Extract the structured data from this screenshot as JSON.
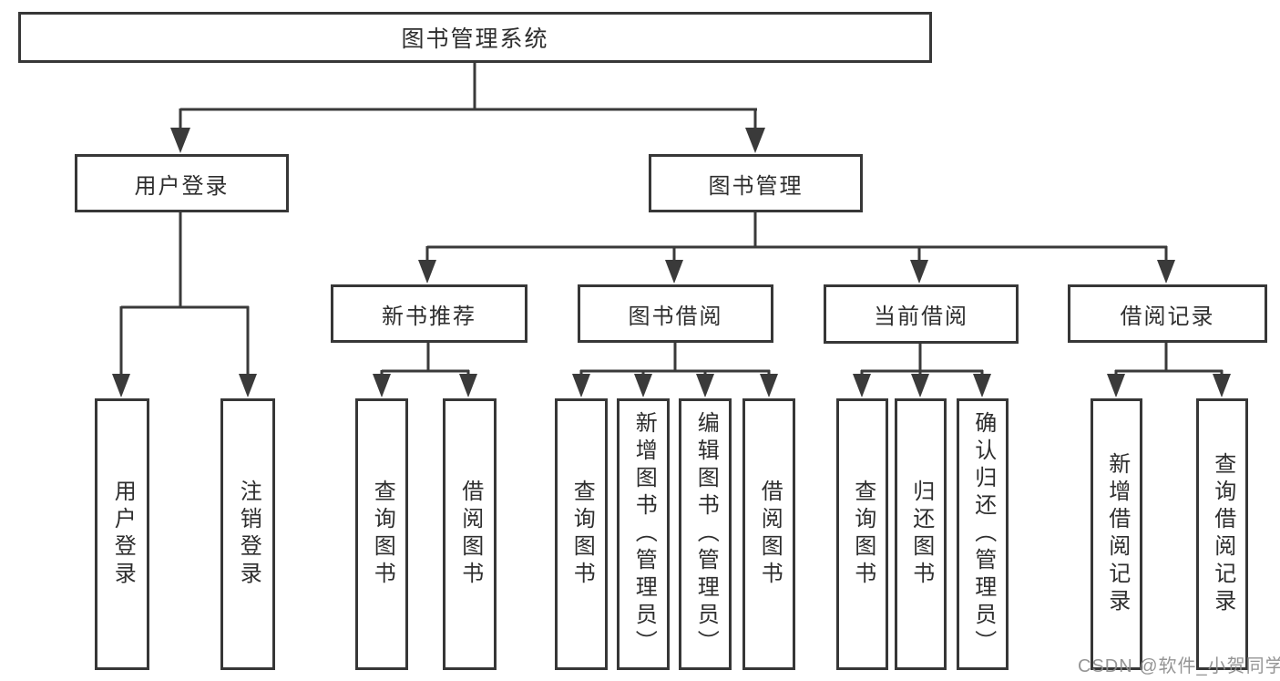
{
  "tree": {
    "root": {
      "label": "图书管理系统",
      "children": [
        {
          "label": "用户登录",
          "children": [
            {
              "label": "用户登录"
            },
            {
              "label": "注销登录"
            }
          ]
        },
        {
          "label": "图书管理",
          "children": [
            {
              "label": "新书推荐",
              "children": [
                {
                  "label": "查询图书"
                },
                {
                  "label": "借阅图书"
                }
              ]
            },
            {
              "label": "图书借阅",
              "children": [
                {
                  "label": "查询图书"
                },
                {
                  "label": "新增图书（管理员）"
                },
                {
                  "label": "编辑图书（管理员）"
                },
                {
                  "label": "借阅图书"
                }
              ]
            },
            {
              "label": "当前借阅",
              "children": [
                {
                  "label": "查询图书"
                },
                {
                  "label": "归还图书"
                },
                {
                  "label": "确认归还（管理员）"
                }
              ]
            },
            {
              "label": "借阅记录",
              "children": [
                {
                  "label": "新增借阅记录"
                },
                {
                  "label": "查询借阅记录"
                }
              ]
            }
          ]
        }
      ]
    }
  },
  "watermark": {
    "text": "CSDN @软件_小贺同学"
  },
  "colors": {
    "line": "#3a3a3a",
    "box_border": "#373737",
    "text": "#2e2e2e",
    "background": "#ffffff",
    "watermark": "#8c8c8c"
  }
}
